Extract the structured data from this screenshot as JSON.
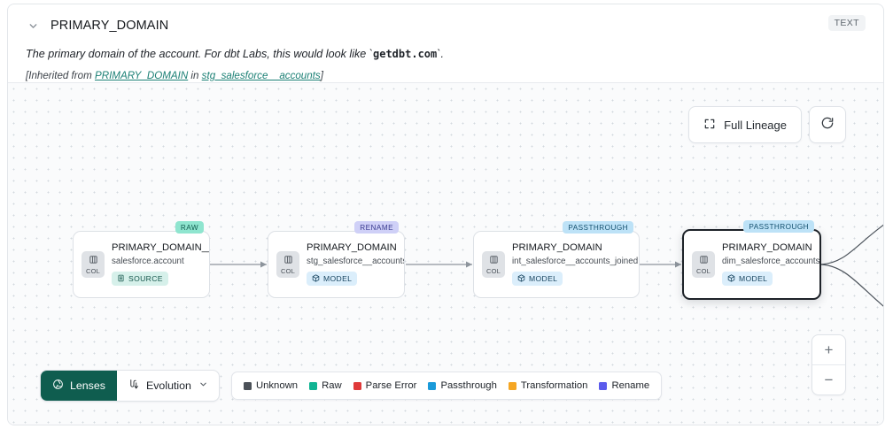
{
  "header": {
    "title": "PRIMARY_DOMAIN",
    "type_badge": "TEXT",
    "collapse_icon": "chevron-down-icon",
    "description_prefix": "The primary domain of the account. For dbt Labs, this would look like `",
    "description_code": "getdbt.com",
    "description_suffix": "`.",
    "inherited_prefix": "[Inherited from ",
    "inherited_link_1": "PRIMARY_DOMAIN",
    "inherited_middle": " in ",
    "inherited_link_2": "stg_salesforce__accounts",
    "inherited_suffix": "]"
  },
  "controls": {
    "full_lineage_label": "Full Lineage",
    "full_lineage_icon": "expand-icon",
    "refresh_icon": "refresh-icon",
    "zoom_in": "+",
    "zoom_out": "−"
  },
  "graph": {
    "nodes": [
      {
        "name": "PRIMARY_DOMAIN__C",
        "subtitle": "salesforce.account",
        "kind": "SOURCE",
        "kind_icon": "database-icon",
        "tag": "RAW",
        "col_label": "COL",
        "col_icon": "column-icon",
        "selected": false
      },
      {
        "name": "PRIMARY_DOMAIN",
        "subtitle": "stg_salesforce__accounts",
        "kind": "MODEL",
        "kind_icon": "cube-icon",
        "tag": "RENAME",
        "col_label": "COL",
        "col_icon": "column-icon",
        "selected": false
      },
      {
        "name": "PRIMARY_DOMAIN",
        "subtitle": "int_salesforce__accounts_joined",
        "kind": "MODEL",
        "kind_icon": "cube-icon",
        "tag": "PASSTHROUGH",
        "col_label": "COL",
        "col_icon": "column-icon",
        "selected": false
      },
      {
        "name": "PRIMARY_DOMAIN",
        "subtitle": "dim_salesforce_accounts",
        "kind": "MODEL",
        "kind_icon": "cube-icon",
        "tag": "PASSTHROUGH",
        "col_label": "COL",
        "col_icon": "column-icon",
        "selected": true
      }
    ]
  },
  "toolbar": {
    "lenses_label": "Lenses",
    "lenses_icon": "aperture-icon",
    "evolution_label": "Evolution",
    "evolution_icon": "evolution-icon",
    "evolution_caret": "chevron-down-icon"
  },
  "legend": [
    {
      "label": "Unknown",
      "color": "#4b5158"
    },
    {
      "label": "Raw",
      "color": "#10b493"
    },
    {
      "label": "Parse Error",
      "color": "#e03a3a"
    },
    {
      "label": "Passthrough",
      "color": "#1a9ad9"
    },
    {
      "label": "Transformation",
      "color": "#f5a623"
    },
    {
      "label": "Rename",
      "color": "#5b5bec"
    }
  ]
}
